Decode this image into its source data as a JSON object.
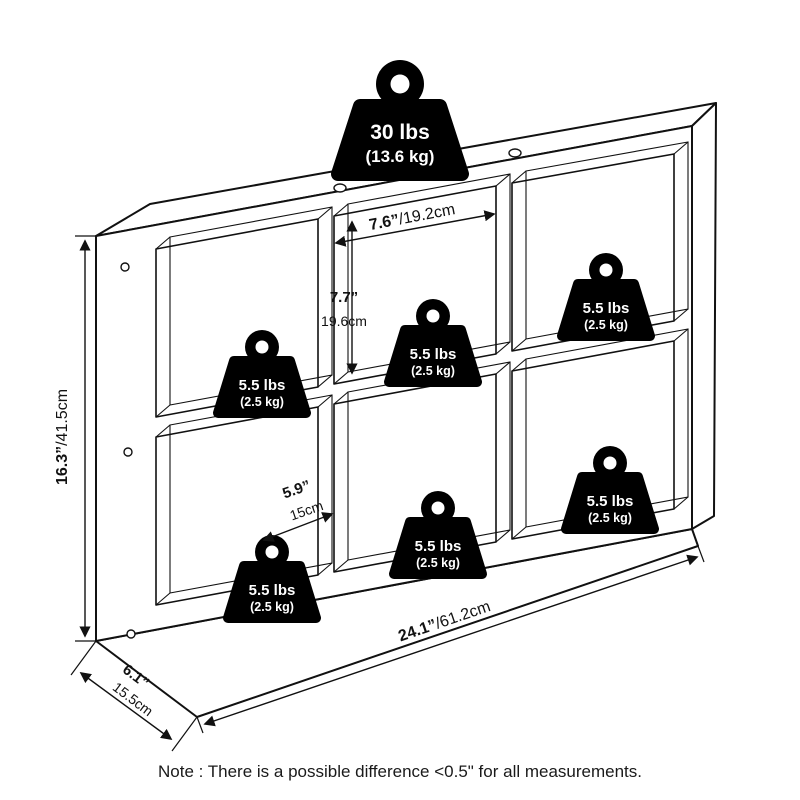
{
  "note": "Note : There is a possible difference <0.5\" for all measurements.",
  "weights": {
    "top_capacity": {
      "line1": "30 lbs",
      "line2": "(13.6 kg)"
    },
    "shelf_capacity": {
      "line1": "5.5 lbs",
      "line2": "(2.5 kg)"
    }
  },
  "dimensions": {
    "overall_height_in": "16.3”",
    "overall_height_cm": "/41.5cm",
    "overall_width_in": "24.1”",
    "overall_width_cm": "/61.2cm",
    "overall_depth_in": "6.1”",
    "overall_depth_cm": "15.5cm",
    "cube_width_in": "7.6”",
    "cube_width_cm": "/19.2cm",
    "cube_height_in": "7.7”",
    "cube_height_cm": "19.6cm",
    "cube_depth_in": "5.9”",
    "cube_depth_cm": "15cm"
  },
  "colors": {
    "line": "#111111",
    "weight_fill": "#000000",
    "weight_text": "#ffffff",
    "background": "#ffffff"
  }
}
